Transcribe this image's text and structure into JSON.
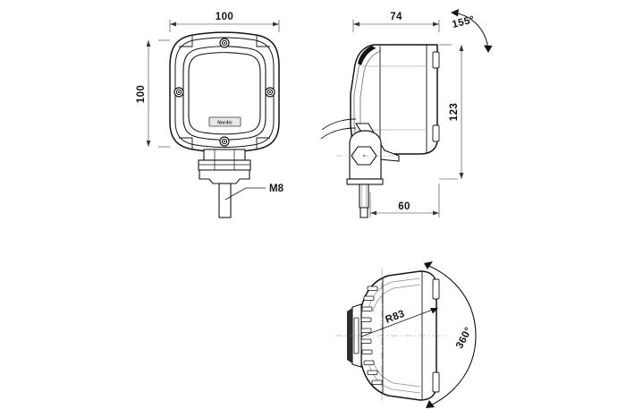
{
  "drawing": {
    "title": "Work lamp dimensional drawing",
    "background_color": "#ffffff",
    "line_color": "#141414",
    "thin_line_color": "#4a4a4a",
    "hidden_line_color": "#8c8c8c"
  },
  "views": {
    "front": {
      "name": "front-view",
      "brand_badge": "Nordic",
      "dimensions": {
        "width": {
          "value": "100",
          "unit": "mm",
          "orientation": "horizontal"
        },
        "height": {
          "value": "100",
          "unit": "mm",
          "orientation": "vertical"
        }
      },
      "callouts": [
        {
          "label": "M8",
          "target": "mounting-stud"
        }
      ]
    },
    "side": {
      "name": "side-view",
      "dimensions": {
        "depth": {
          "value": "74",
          "unit": "mm",
          "orientation": "horizontal"
        },
        "height": {
          "value": "123",
          "unit": "mm",
          "orientation": "vertical"
        },
        "offset": {
          "value": "60",
          "unit": "mm",
          "orientation": "horizontal"
        }
      },
      "annotations": [
        {
          "label": "155°",
          "type": "tilt-angle-arc"
        }
      ]
    },
    "bottom": {
      "name": "bottom-view",
      "dimensions": {
        "radius": {
          "value": "R83",
          "unit": "mm",
          "orientation": "radial"
        }
      },
      "annotations": [
        {
          "label": "360°",
          "type": "rotation-angle-arc"
        }
      ]
    }
  }
}
